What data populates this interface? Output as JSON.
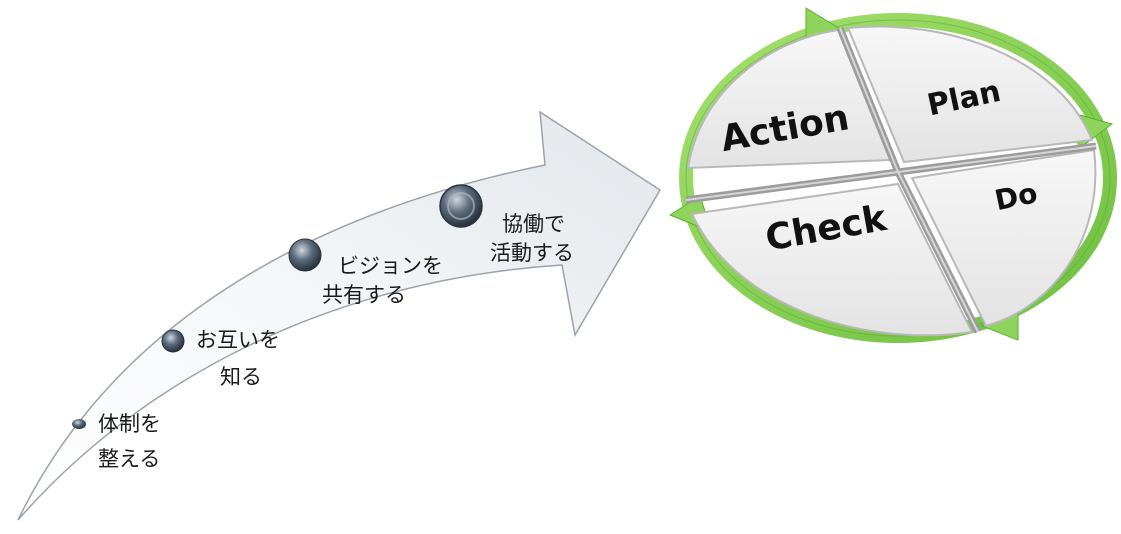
{
  "steps": [
    {
      "line1": "体制を",
      "line2": "整える"
    },
    {
      "line1": "お互いを",
      "line2": "知る"
    },
    {
      "line1": "ビジョンを",
      "line2": "共有する"
    },
    {
      "line1": "協働で",
      "line2": "活動する"
    }
  ],
  "pdca": {
    "plan": "Plan",
    "do": "Do",
    "check": "Check",
    "action": "Action"
  },
  "colors": {
    "ring_green": "#8ed45a",
    "ring_green_dark": "#5fae35",
    "quad_fill": "#ededed",
    "arrow_fill": "#f1f3f5",
    "bullet": "#3e4a5a"
  }
}
